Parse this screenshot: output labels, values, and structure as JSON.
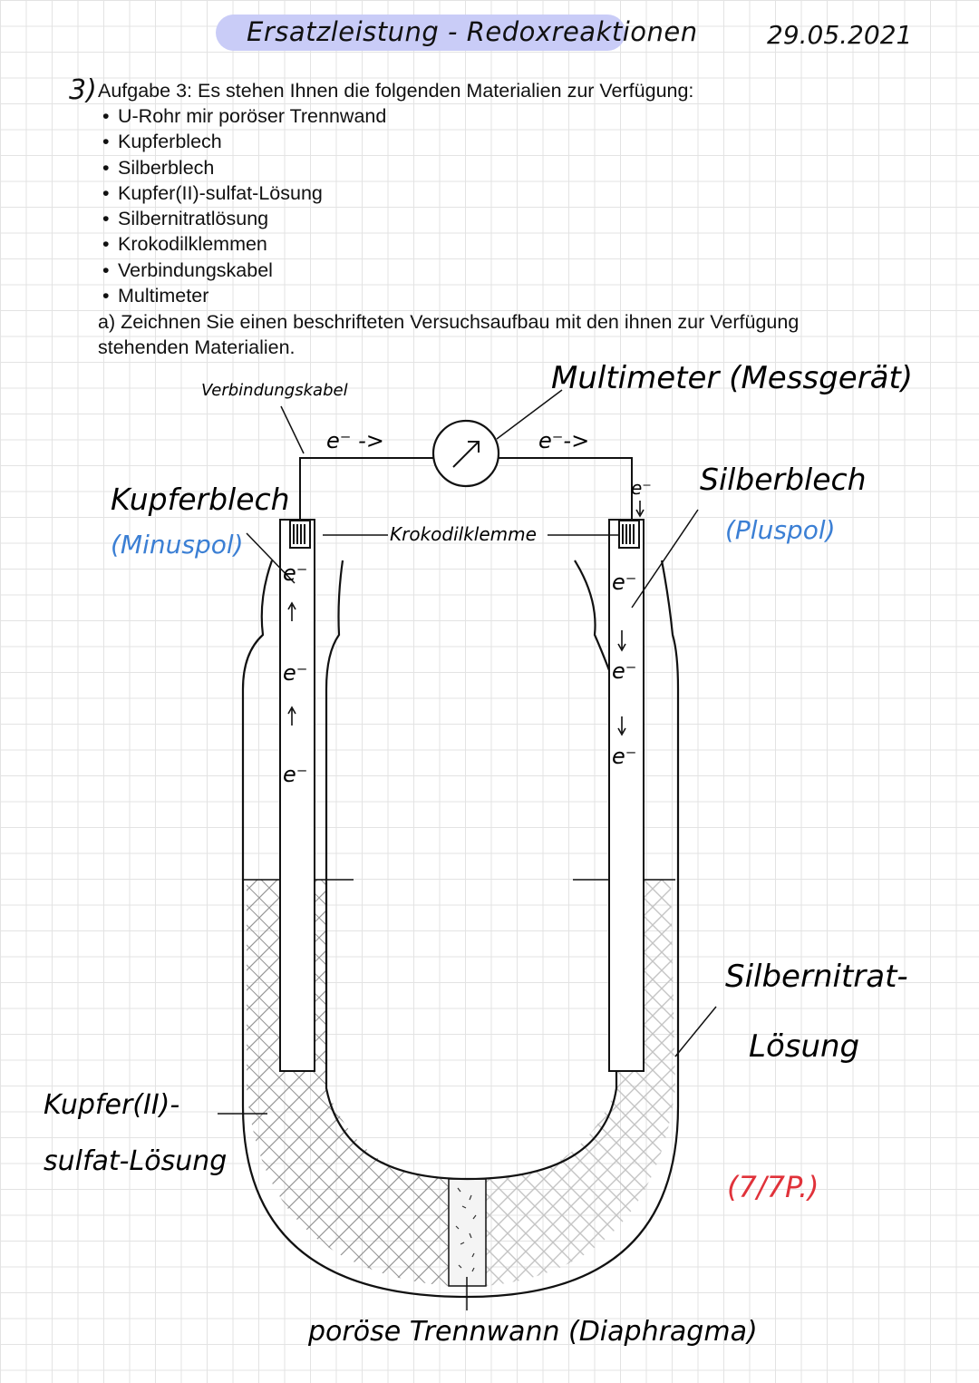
{
  "header": {
    "title": "Ersatzleistung - Redoxreaktionen",
    "date": "29.05.2021",
    "highlight_color": "#c9ccf7"
  },
  "task": {
    "number": "3)",
    "heading": "Aufgabe 3: Es stehen Ihnen die folgenden Materialien zur Verfügung:",
    "materials": [
      "U-Rohr mir poröser Trennwand",
      "Kupferblech",
      "Silberblech",
      "Kupfer(II)-sulfat-Lösung",
      "Silbernitratlösung",
      "Krokodilklemmen",
      "Verbindungskabel",
      "Multimeter"
    ],
    "subtask_line1": "a) Zeichnen Sie einen beschrifteten Versuchsaufbau mit den ihnen zur Verfügung",
    "subtask_line2": "stehenden Materialien."
  },
  "diagram": {
    "label_cable": "Verbindungskabel",
    "label_multimeter": "Multimeter (Messgerät)",
    "label_copper_plate": "Kupferblech",
    "label_copper_pole": "(Minuspol)",
    "label_silver_plate": "Silberblech",
    "label_silver_pole": "(Pluspol)",
    "label_clamp": "Krokodilklemme",
    "label_electron_left_wire": "e⁻ ->",
    "label_electron_right_wire": "e⁻->",
    "label_electron": "e⁻",
    "label_silver_solution_1": "Silbernitrat-",
    "label_silver_solution_2": "Lösung",
    "label_copper_solution_1": "Kupfer(II)-",
    "label_copper_solution_2": "sulfat-Lösung",
    "label_diaphragm": "poröse Trennwann (Diaphragma)",
    "score": "(7/7P.)",
    "colors": {
      "pole_label": "#3b7fd4",
      "score": "#e0323a",
      "ink": "#111111"
    }
  }
}
